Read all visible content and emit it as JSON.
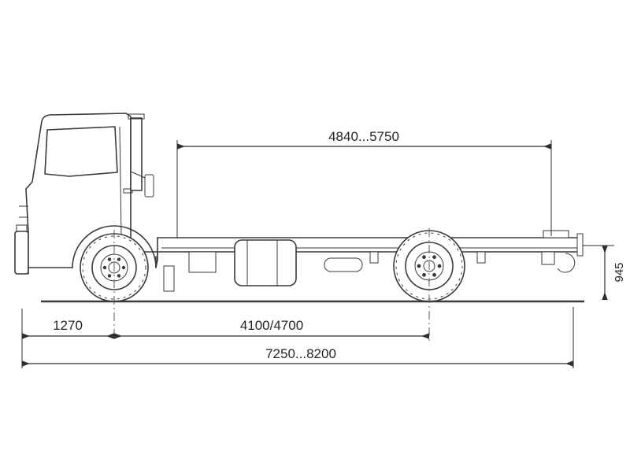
{
  "colors": {
    "drawing_line": "#3a3a3a",
    "dimension_line": "#2e2e2e",
    "background": "#ffffff"
  },
  "dimensions": {
    "top_span": "4840...5750",
    "frame_height": "945",
    "front_overhang": "1270",
    "wheelbase": "4100/4700",
    "overall_length": "7250...8200"
  }
}
